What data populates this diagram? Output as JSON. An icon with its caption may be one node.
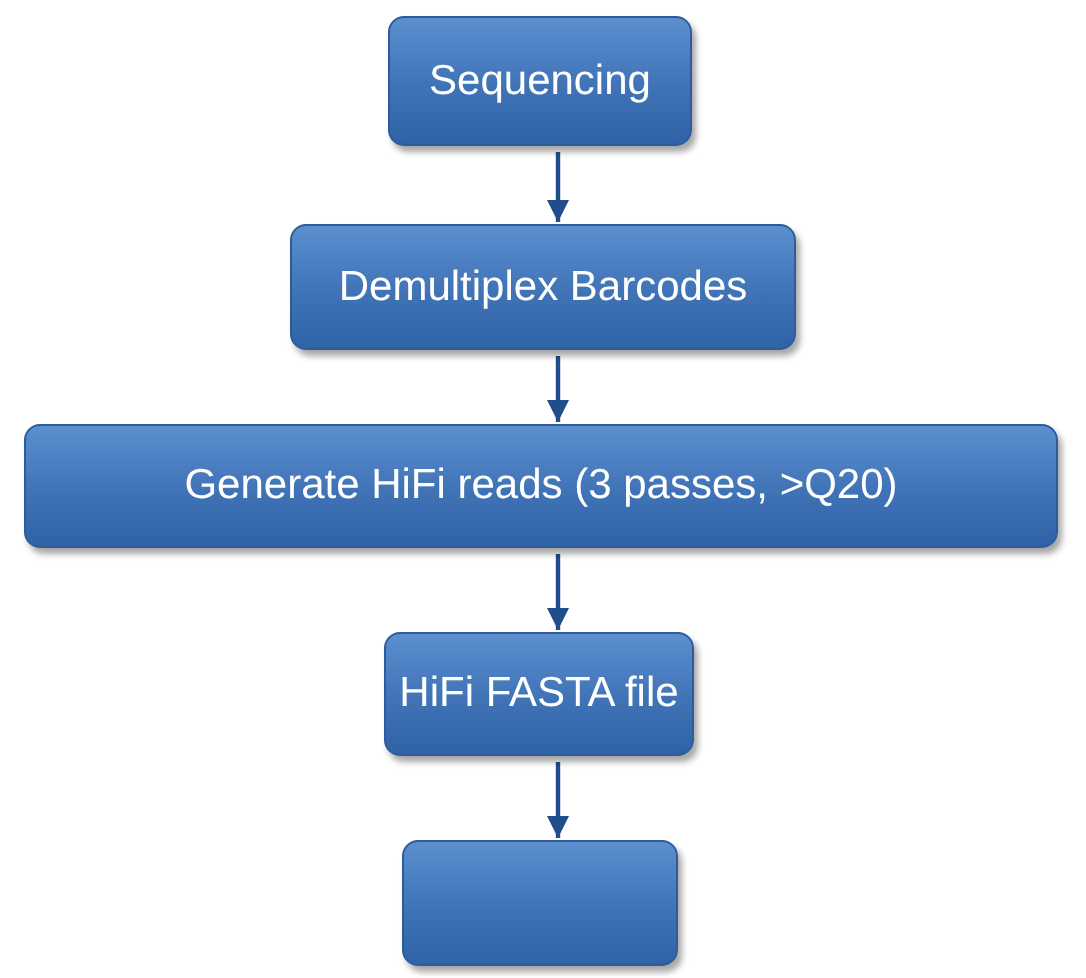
{
  "diagram": {
    "nodes": [
      {
        "text": [
          "Sequencing"
        ]
      },
      {
        "text": [
          "Demultiplex Barcodes"
        ]
      },
      {
        "text": [
          "Generate HiFi reads (3 passes, >Q20)"
        ]
      },
      {
        "text": [
          "HiFi FASTA file"
        ]
      },
      {
        "text": [],
        "shape": "box"
      }
    ],
    "edges": [
      {
        "from": 0,
        "to": 1,
        "arrow": "to"
      },
      {
        "from": 1,
        "to": 2,
        "arrow": "to"
      },
      {
        "from": 2,
        "to": 3,
        "arrow": "to"
      },
      {
        "from": 3,
        "to": 4,
        "arrow": "to"
      }
    ]
  }
}
